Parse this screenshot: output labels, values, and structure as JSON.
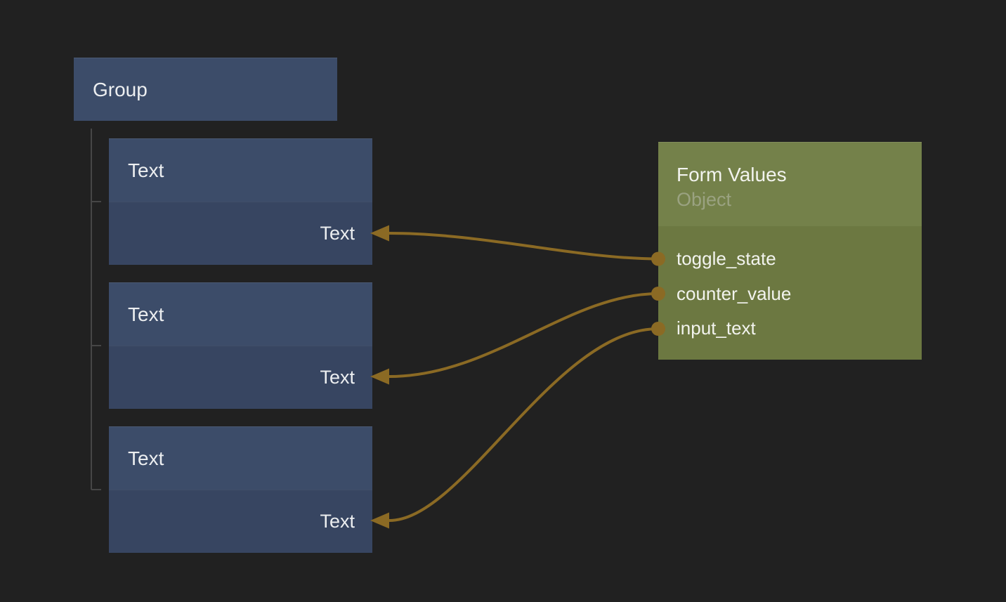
{
  "canvas": {
    "background_color": "#212121",
    "wire_color": "#8b6a24",
    "tree_connector_color": "#464646"
  },
  "nodes": {
    "group": {
      "title": "Group",
      "color": "#3c4c69"
    },
    "text_nodes": [
      {
        "title": "Text",
        "input_port": "Text"
      },
      {
        "title": "Text",
        "input_port": "Text"
      },
      {
        "title": "Text",
        "input_port": "Text"
      }
    ],
    "form_values": {
      "title": "Form Values",
      "subtitle": "Object",
      "header_color": "#74814a",
      "body_color": "#6c7841",
      "outputs": [
        "toggle_state",
        "counter_value",
        "input_text"
      ]
    }
  },
  "connections": [
    {
      "from": "form_values.toggle_state",
      "to": "text_node_1.Text"
    },
    {
      "from": "form_values.counter_value",
      "to": "text_node_2.Text"
    },
    {
      "from": "form_values.input_text",
      "to": "text_node_3.Text"
    }
  ]
}
